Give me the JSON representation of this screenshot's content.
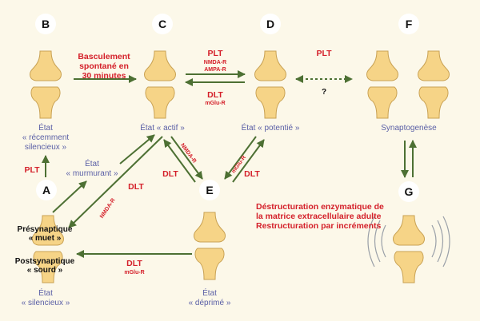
{
  "colors": {
    "background": "#fcf8e9",
    "arrow": "#4d7033",
    "label_red": "#d4202a",
    "state_text": "#5a5fa6",
    "synapse": "#f6d487"
  },
  "nodes": {
    "a": "A",
    "b": "B",
    "c": "C",
    "d": "D",
    "e": "E",
    "f": "F",
    "g": "G"
  },
  "states": {
    "a_bottom": [
      "État",
      "« silencieux »"
    ],
    "b": [
      "État",
      "« récemment",
      "silencieux »"
    ],
    "murmurant": [
      "État",
      "« murmurant »"
    ],
    "actif": "État « actif »",
    "potentie": "État « potentié »",
    "f": "Synaptogenèse",
    "e": [
      "État",
      "« déprimé »"
    ]
  },
  "labels": {
    "basculement": [
      "Basculement",
      "spontané en",
      "30 minutes"
    ],
    "plt": "PLT",
    "dlt": "DLT",
    "nmda_r": "NMDA-R",
    "ampa_r": "AMPA-R",
    "mglu_r": "mGlu-R",
    "question": "?",
    "presynaptique": [
      "Présynaptique",
      "« muet »"
    ],
    "postsynaptique": [
      "Postsynaptique",
      "« sourd »"
    ],
    "g_text": [
      "Déstructuration enzymatique de",
      "la matrice extracellulaire adulte",
      "Restructuration par incréments"
    ]
  }
}
